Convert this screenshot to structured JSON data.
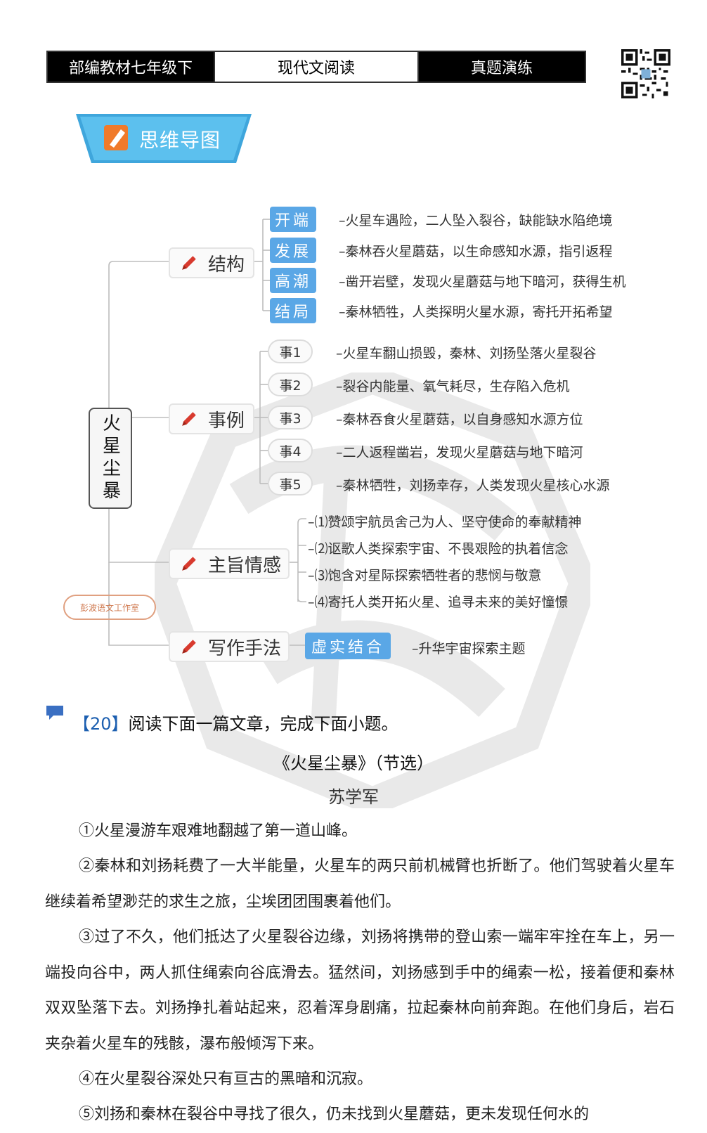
{
  "header": {
    "left": "部编教材七年级下",
    "middle": "现代文阅读",
    "right": "真题演练"
  },
  "banner": {
    "title": "思维导图"
  },
  "mindmap": {
    "root": "火星尘暴",
    "structure": {
      "label": "结构",
      "items": [
        {
          "tag": "开端",
          "text": "–火星车遇险，二人坠入裂谷，缺能缺水陷绝境"
        },
        {
          "tag": "发展",
          "text": "–秦林吞火星蘑菇，以生命感知水源，指引返程"
        },
        {
          "tag": "高潮",
          "text": "–凿开岩壁，发现火星蘑菇与地下暗河，获得生机"
        },
        {
          "tag": "结局",
          "text": "–秦林牺牲，人类探明火星水源，寄托开拓希望"
        }
      ]
    },
    "examples": {
      "label": "事例",
      "items": [
        {
          "tag": "事1",
          "text": "–火星车翻山损毁，秦林、刘扬坠落火星裂谷"
        },
        {
          "tag": "事2",
          "text": "–裂谷内能量、氧气耗尽，生存陷入危机"
        },
        {
          "tag": "事3",
          "text": "–秦林吞食火星蘑菇，以自身感知水源方位"
        },
        {
          "tag": "事4",
          "text": "–二人返程凿岩，发现火星蘑菇与地下暗河"
        },
        {
          "tag": "事5",
          "text": "–秦林牺牲，刘扬幸存，人类发现火星核心水源"
        }
      ]
    },
    "theme": {
      "label": "主旨情感",
      "items": [
        "–⑴赞颂宇航员舍己为人、坚守使命的奉献精神",
        "–⑵讴歌人类探索宇宙、不畏艰险的执着信念",
        "–⑶饱含对星际探索牺牲者的悲悯与敬意",
        "–⑷寄托人类开拓火星、追寻未来的美好憧憬"
      ]
    },
    "writing": {
      "label": "写作手法",
      "tag": "虚实结合",
      "text": "–升华宇宙探索主题"
    },
    "stamp": "彭波语文工作室"
  },
  "question": {
    "number": "【20】",
    "prompt": "阅读下面一篇文章，完成下面小题。"
  },
  "article": {
    "title": "《火星尘暴》（节选）",
    "author": "苏学军",
    "paragraphs": [
      "①火星漫游车艰难地翻越了第一道山峰。",
      "②秦林和刘扬耗费了一大半能量，火星车的两只前机械臂也折断了。他们驾驶着火星车继续着希望渺茫的求生之旅，尘埃团团围裹着他们。",
      "③过了不久，他们抵达了火星裂谷边缘，刘扬将携带的登山索一端牢牢拴在车上，另一端投向谷中，两人抓住绳索向谷底滑去。猛然间，刘扬感到手中的绳索一松，接着便和秦林双双坠落下去。刘扬挣扎着站起来，忍着浑身剧痛，拉起秦林向前奔跑。在他们身后，岩石夹杂着火星车的残骸，瀑布般倾泻下来。",
      "④在火星裂谷深处只有亘古的黑暗和沉寂。",
      "⑤刘扬和秦林在裂谷中寻找了很久，仍未找到火星蘑菇，更未发现任何水的"
    ]
  },
  "colors": {
    "header_dark": "#000000",
    "tag_blue": "#5aa7e6",
    "banner_blue": "#3fa6dc",
    "question_blue": "#1c5fb0",
    "pen_red": "#d83a2e"
  }
}
